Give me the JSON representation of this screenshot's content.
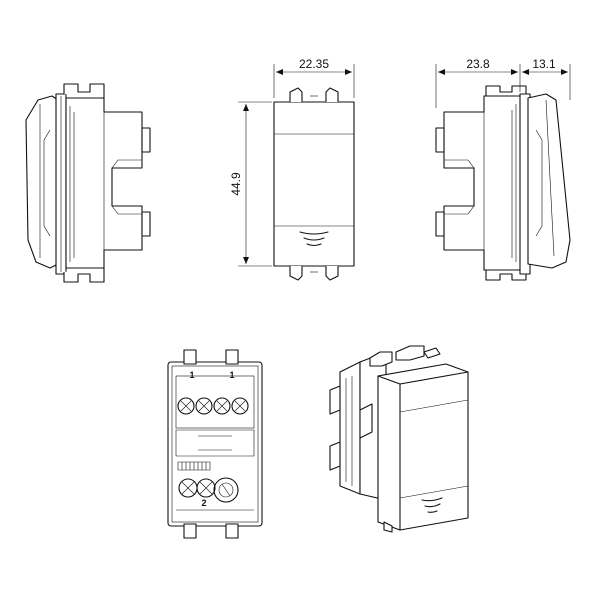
{
  "dimensions": {
    "width_front": "22.35",
    "height": "44.9",
    "depth_body": "23.8",
    "depth_cover": "13.1"
  },
  "terminal_labels": {
    "top_left": "1",
    "top_right": "1",
    "bottom": "2"
  }
}
